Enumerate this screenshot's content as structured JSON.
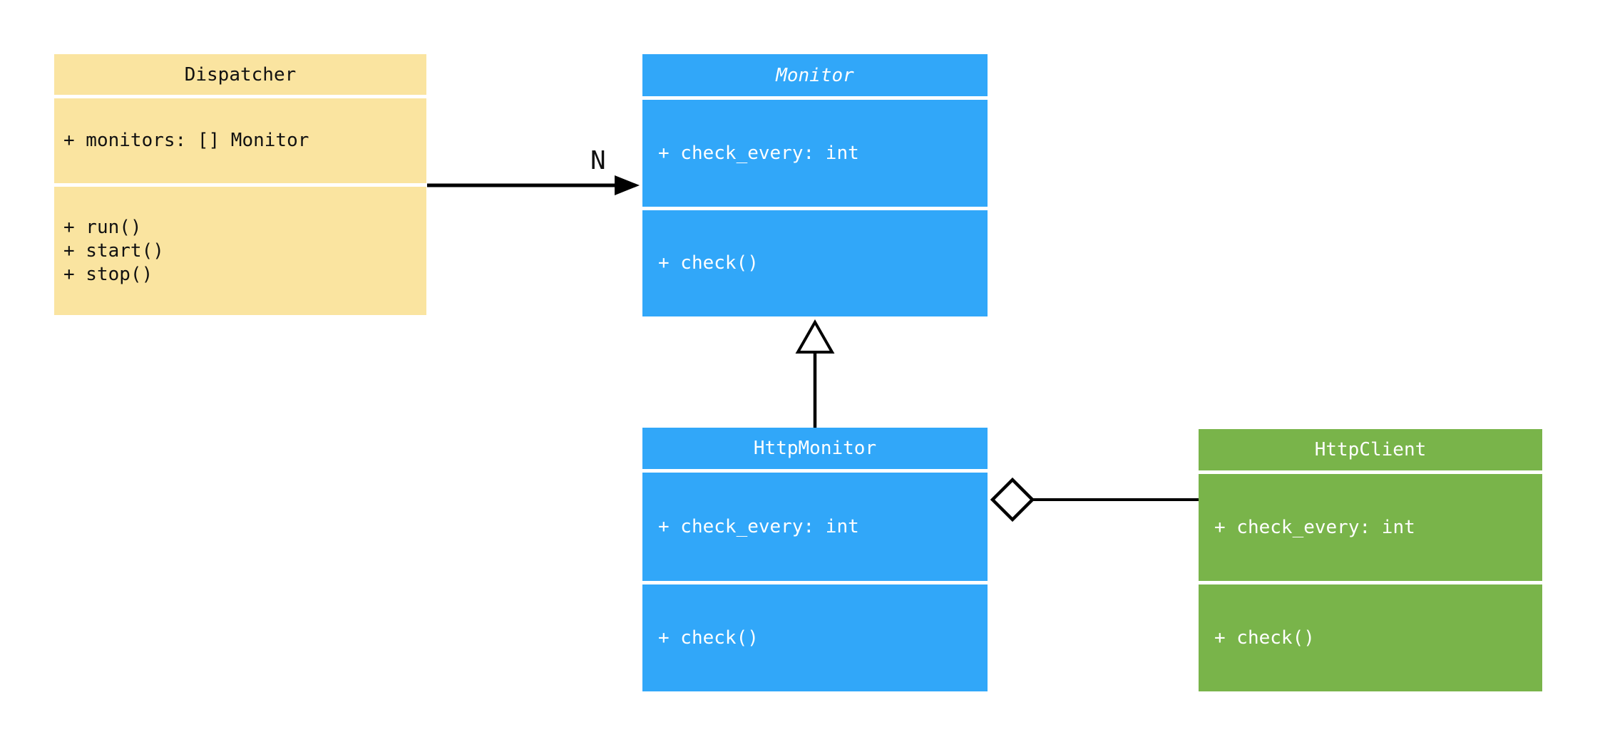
{
  "diagram": {
    "kind": "uml-class-diagram",
    "background_color": "#FFFFFF"
  },
  "colors": {
    "dispatcher_fill": "#FAE4A0",
    "monitor_fill": "#31A7F9",
    "http_monitor_fill": "#31A7F9",
    "http_client_fill": "#79B44A",
    "text_on_light": "#111111",
    "text_on_dark": "#FFFFFF",
    "connector": "#000000"
  },
  "classes": {
    "dispatcher": {
      "name": "Dispatcher",
      "attributes": [
        "+ monitors: [] Monitor"
      ],
      "methods": [
        "+ run()",
        "+ start()",
        "+ stop()"
      ]
    },
    "monitor": {
      "name": "Monitor",
      "is_abstract": true,
      "attributes": [
        "+ check_every: int"
      ],
      "methods": [
        "+ check()"
      ]
    },
    "http_monitor": {
      "name": "HttpMonitor",
      "attributes": [
        "+ check_every: int"
      ],
      "methods": [
        "+ check()"
      ]
    },
    "http_client": {
      "name": "HttpClient",
      "attributes": [
        "+ check_every: int"
      ],
      "methods": [
        "+ check()"
      ]
    }
  },
  "relations": {
    "dispatcher_to_monitor": {
      "type": "directed-association",
      "from": "Dispatcher",
      "to": "Monitor",
      "label": "N"
    },
    "http_monitor_to_monitor": {
      "type": "generalization",
      "from": "HttpMonitor",
      "to": "Monitor"
    },
    "http_monitor_to_http_client": {
      "type": "aggregation",
      "from": "HttpMonitor",
      "to": "HttpClient"
    }
  }
}
